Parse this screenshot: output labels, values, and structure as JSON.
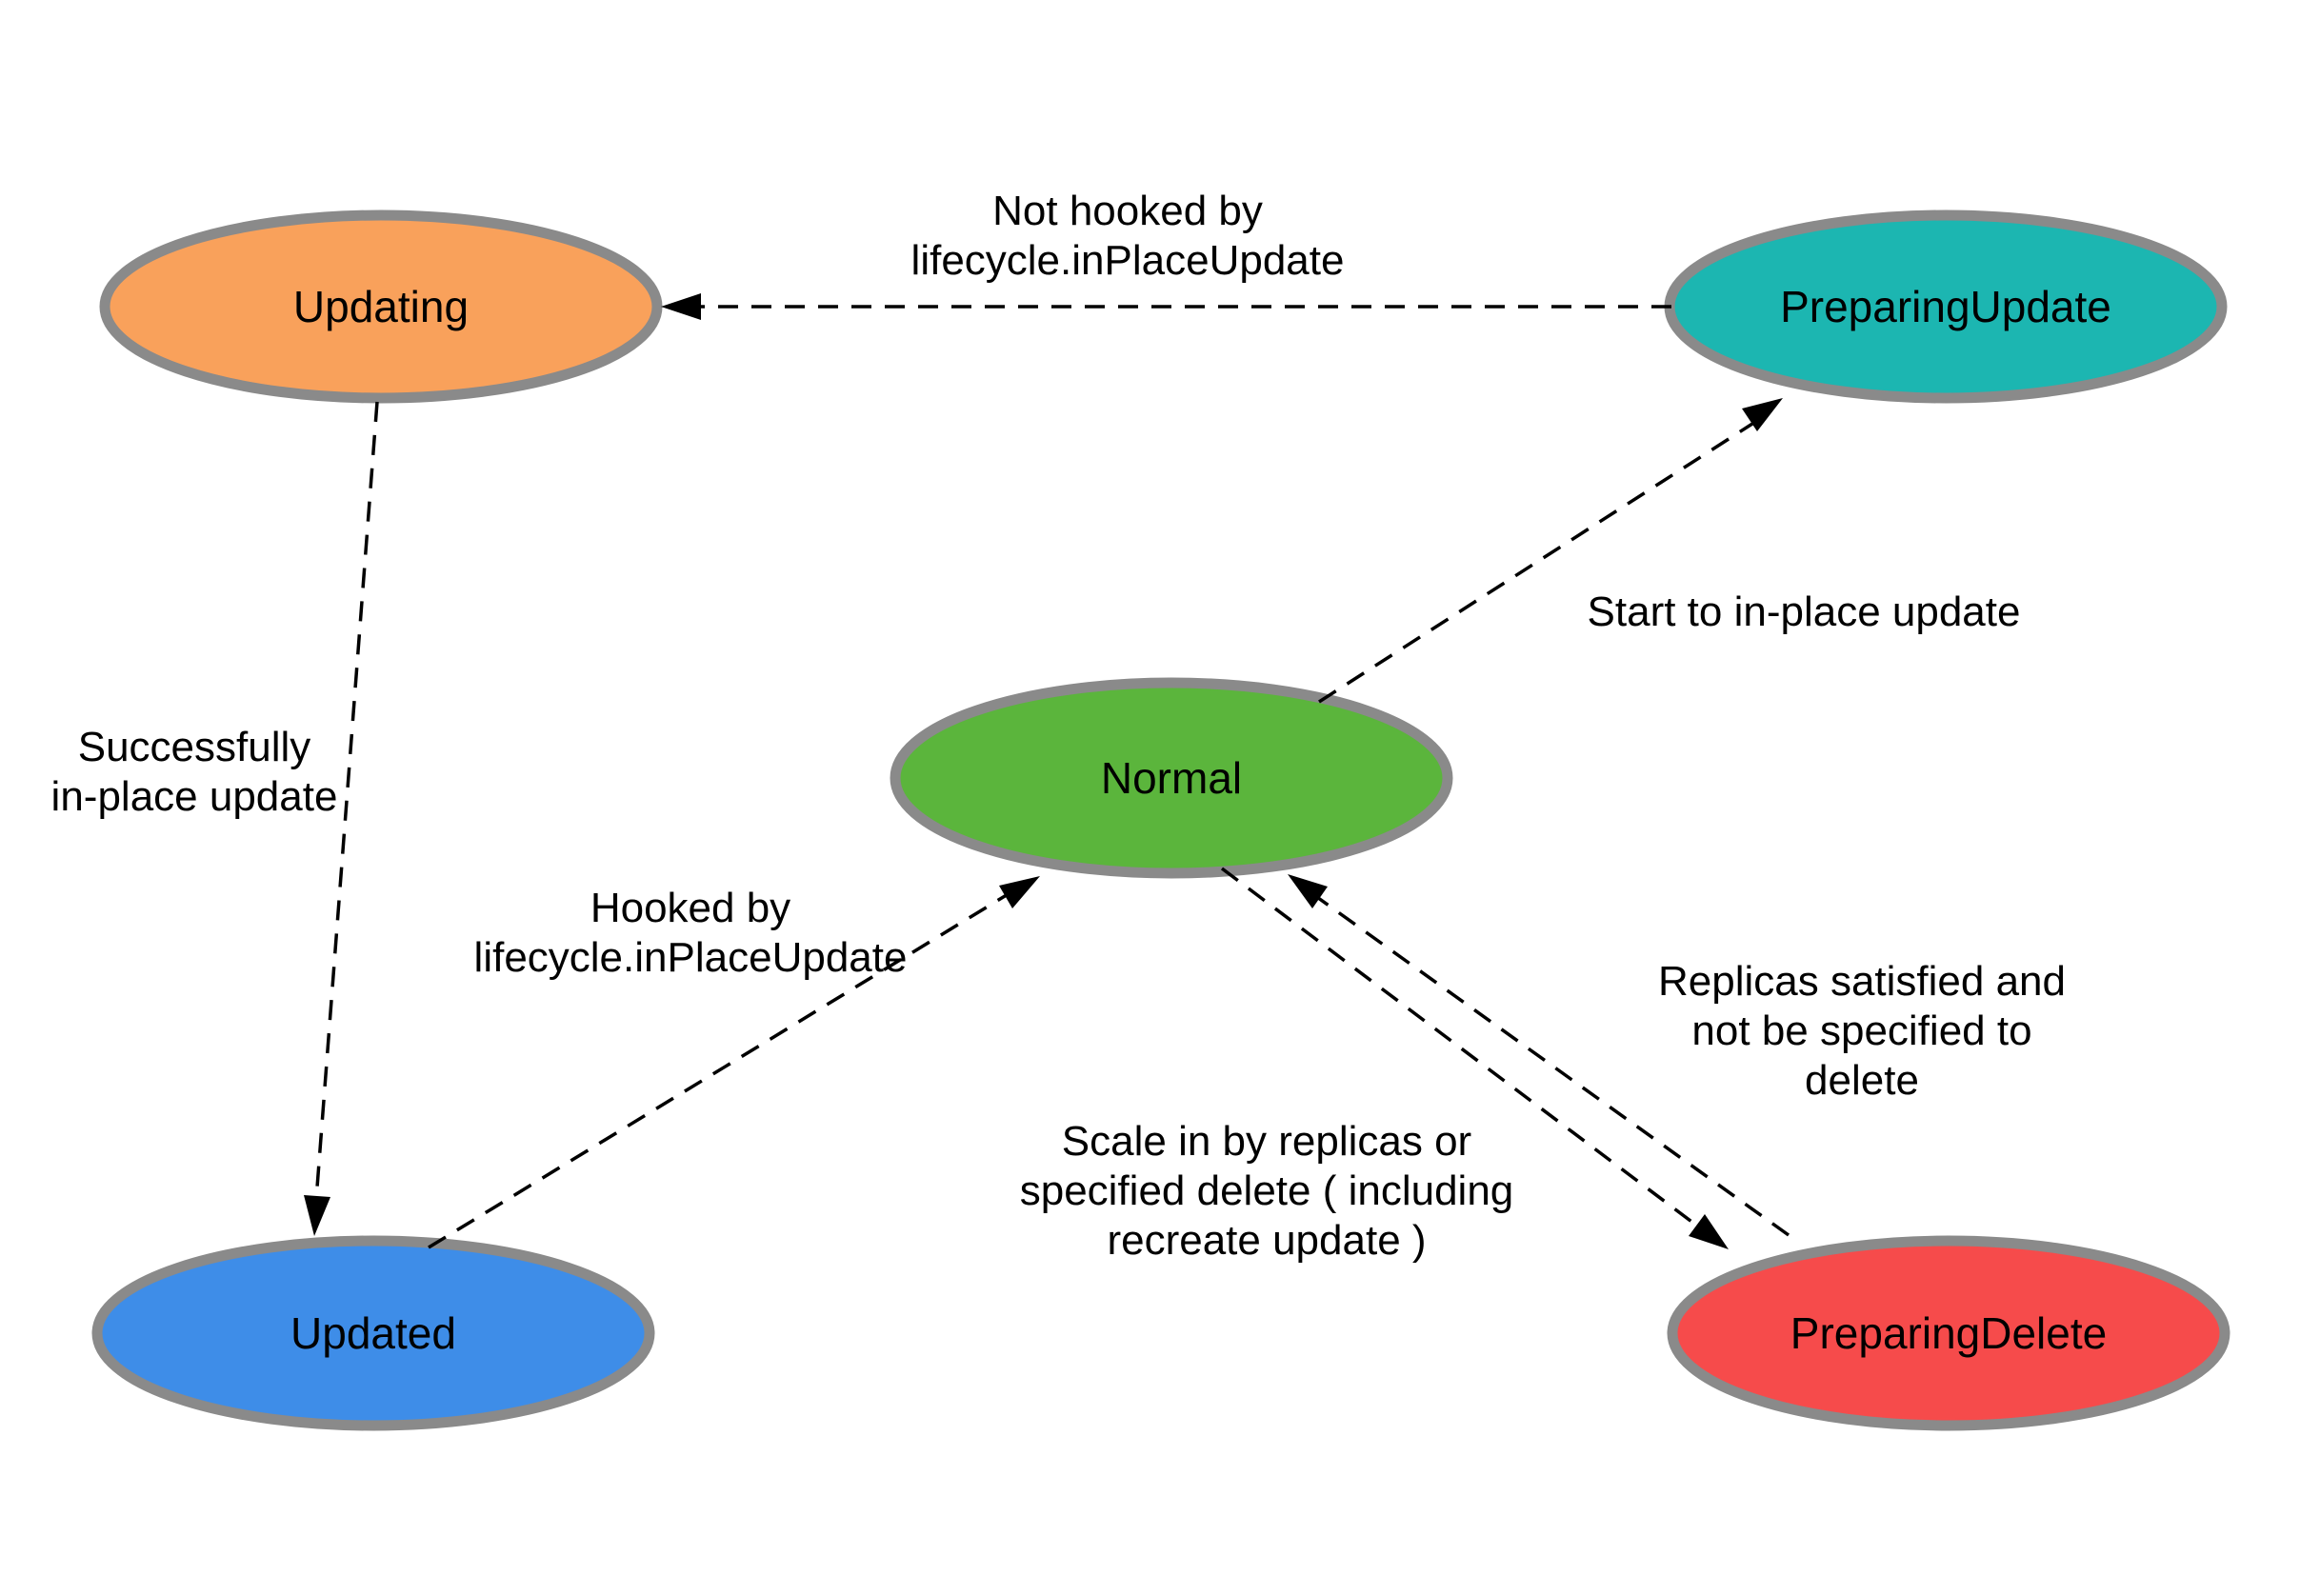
{
  "diagram": {
    "background_color": "#ffffff",
    "node_border_color": "#8a8a8a",
    "edge_line_color": "#000000",
    "text_color": "#000000",
    "nodes": [
      {
        "id": "updating",
        "label": "Updating",
        "color": "#f9a15b"
      },
      {
        "id": "preparing-update",
        "label": "PreparingUpdate",
        "color": "#1cb6b1"
      },
      {
        "id": "normal",
        "label": "Normal",
        "color": "#5bb53c"
      },
      {
        "id": "updated",
        "label": "Updated",
        "color": "#3e8de8"
      },
      {
        "id": "preparing-delete",
        "label": "PreparingDelete",
        "color": "#f64b4b"
      }
    ],
    "edges": [
      {
        "from": "preparing-update",
        "to": "updating",
        "label": "Not hooked by\nlifecycle.inPlaceUpdate"
      },
      {
        "from": "normal",
        "to": "preparing-update",
        "label": "Start to in-place update"
      },
      {
        "from": "updating",
        "to": "updated",
        "label": "Successfully\nin-place update"
      },
      {
        "from": "updated",
        "to": "normal",
        "label": "Hooked by\nlifecycle.inPlaceUpdate"
      },
      {
        "from": "normal",
        "to": "preparing-delete",
        "label": "Scale in by replicas or\nspecified delete ( including\nrecreate update )"
      },
      {
        "from": "preparing-delete",
        "to": "normal",
        "label": "Replicas satisfied and\nnot be specified to delete"
      }
    ]
  }
}
